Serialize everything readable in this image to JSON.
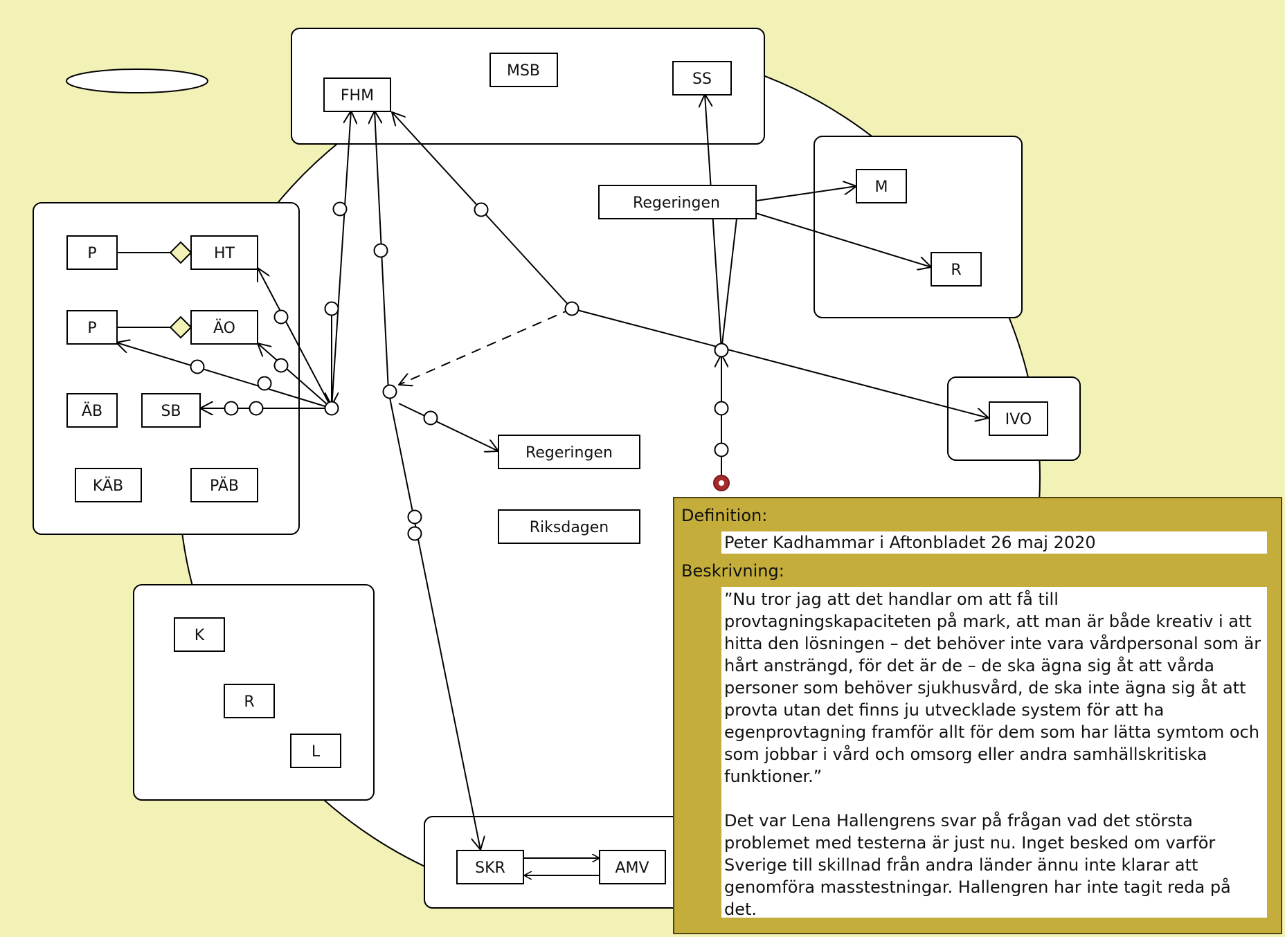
{
  "nodes": {
    "fhm": "FHM",
    "msb": "MSB",
    "ss": "SS",
    "m": "M",
    "r_gov": "R",
    "regeringen_top": "Regeringen",
    "ivo": "IVO",
    "p1": "P",
    "ht": "HT",
    "p2": "P",
    "ao": "ÄO",
    "ab": "ÄB",
    "sb": "SB",
    "kab": "KÄB",
    "pab": "PÄB",
    "regeringen_mid": "Regeringen",
    "riksdagen": "Riksdagen",
    "k": "K",
    "r_local": "R",
    "l": "L",
    "skr": "SKR",
    "amv": "AMV"
  },
  "popup": {
    "definition_label": "Definition:",
    "definition_value": "Peter Kadhammar i Aftonbladet 26 maj 2020",
    "description_label": "Beskrivning:",
    "description_text": "”Nu tror jag att det handlar om att få till provtagningskapaciteten på mark, att man är både kreativ i att hitta den lösningen – det behöver inte vara vårdpersonal som är hårt ansträngd, för det är de – de ska ägna sig åt att vårda personer som behöver sjukhusvård, de ska inte ägna sig åt att provta utan det finns ju utvecklade system för att ha egenprovtagning framför allt för dem som har lätta symtom och som jobbar i vård och omsorg eller andra samhällskritiska funktioner.”\n\nDet var Lena Hallengrens svar på frågan vad det största problemet med testerna är just nu. Inget besked om varför Sverige till skillnad från andra länder ännu inte klarar att genomföra masstestningar. Hallengren har inte tagit reda på det."
  },
  "colors": {
    "background": "#f2f1b6",
    "popup_background": "#c4ad3a",
    "selected_connector": "#a52a2a",
    "diamond": "#f2f1b6"
  }
}
